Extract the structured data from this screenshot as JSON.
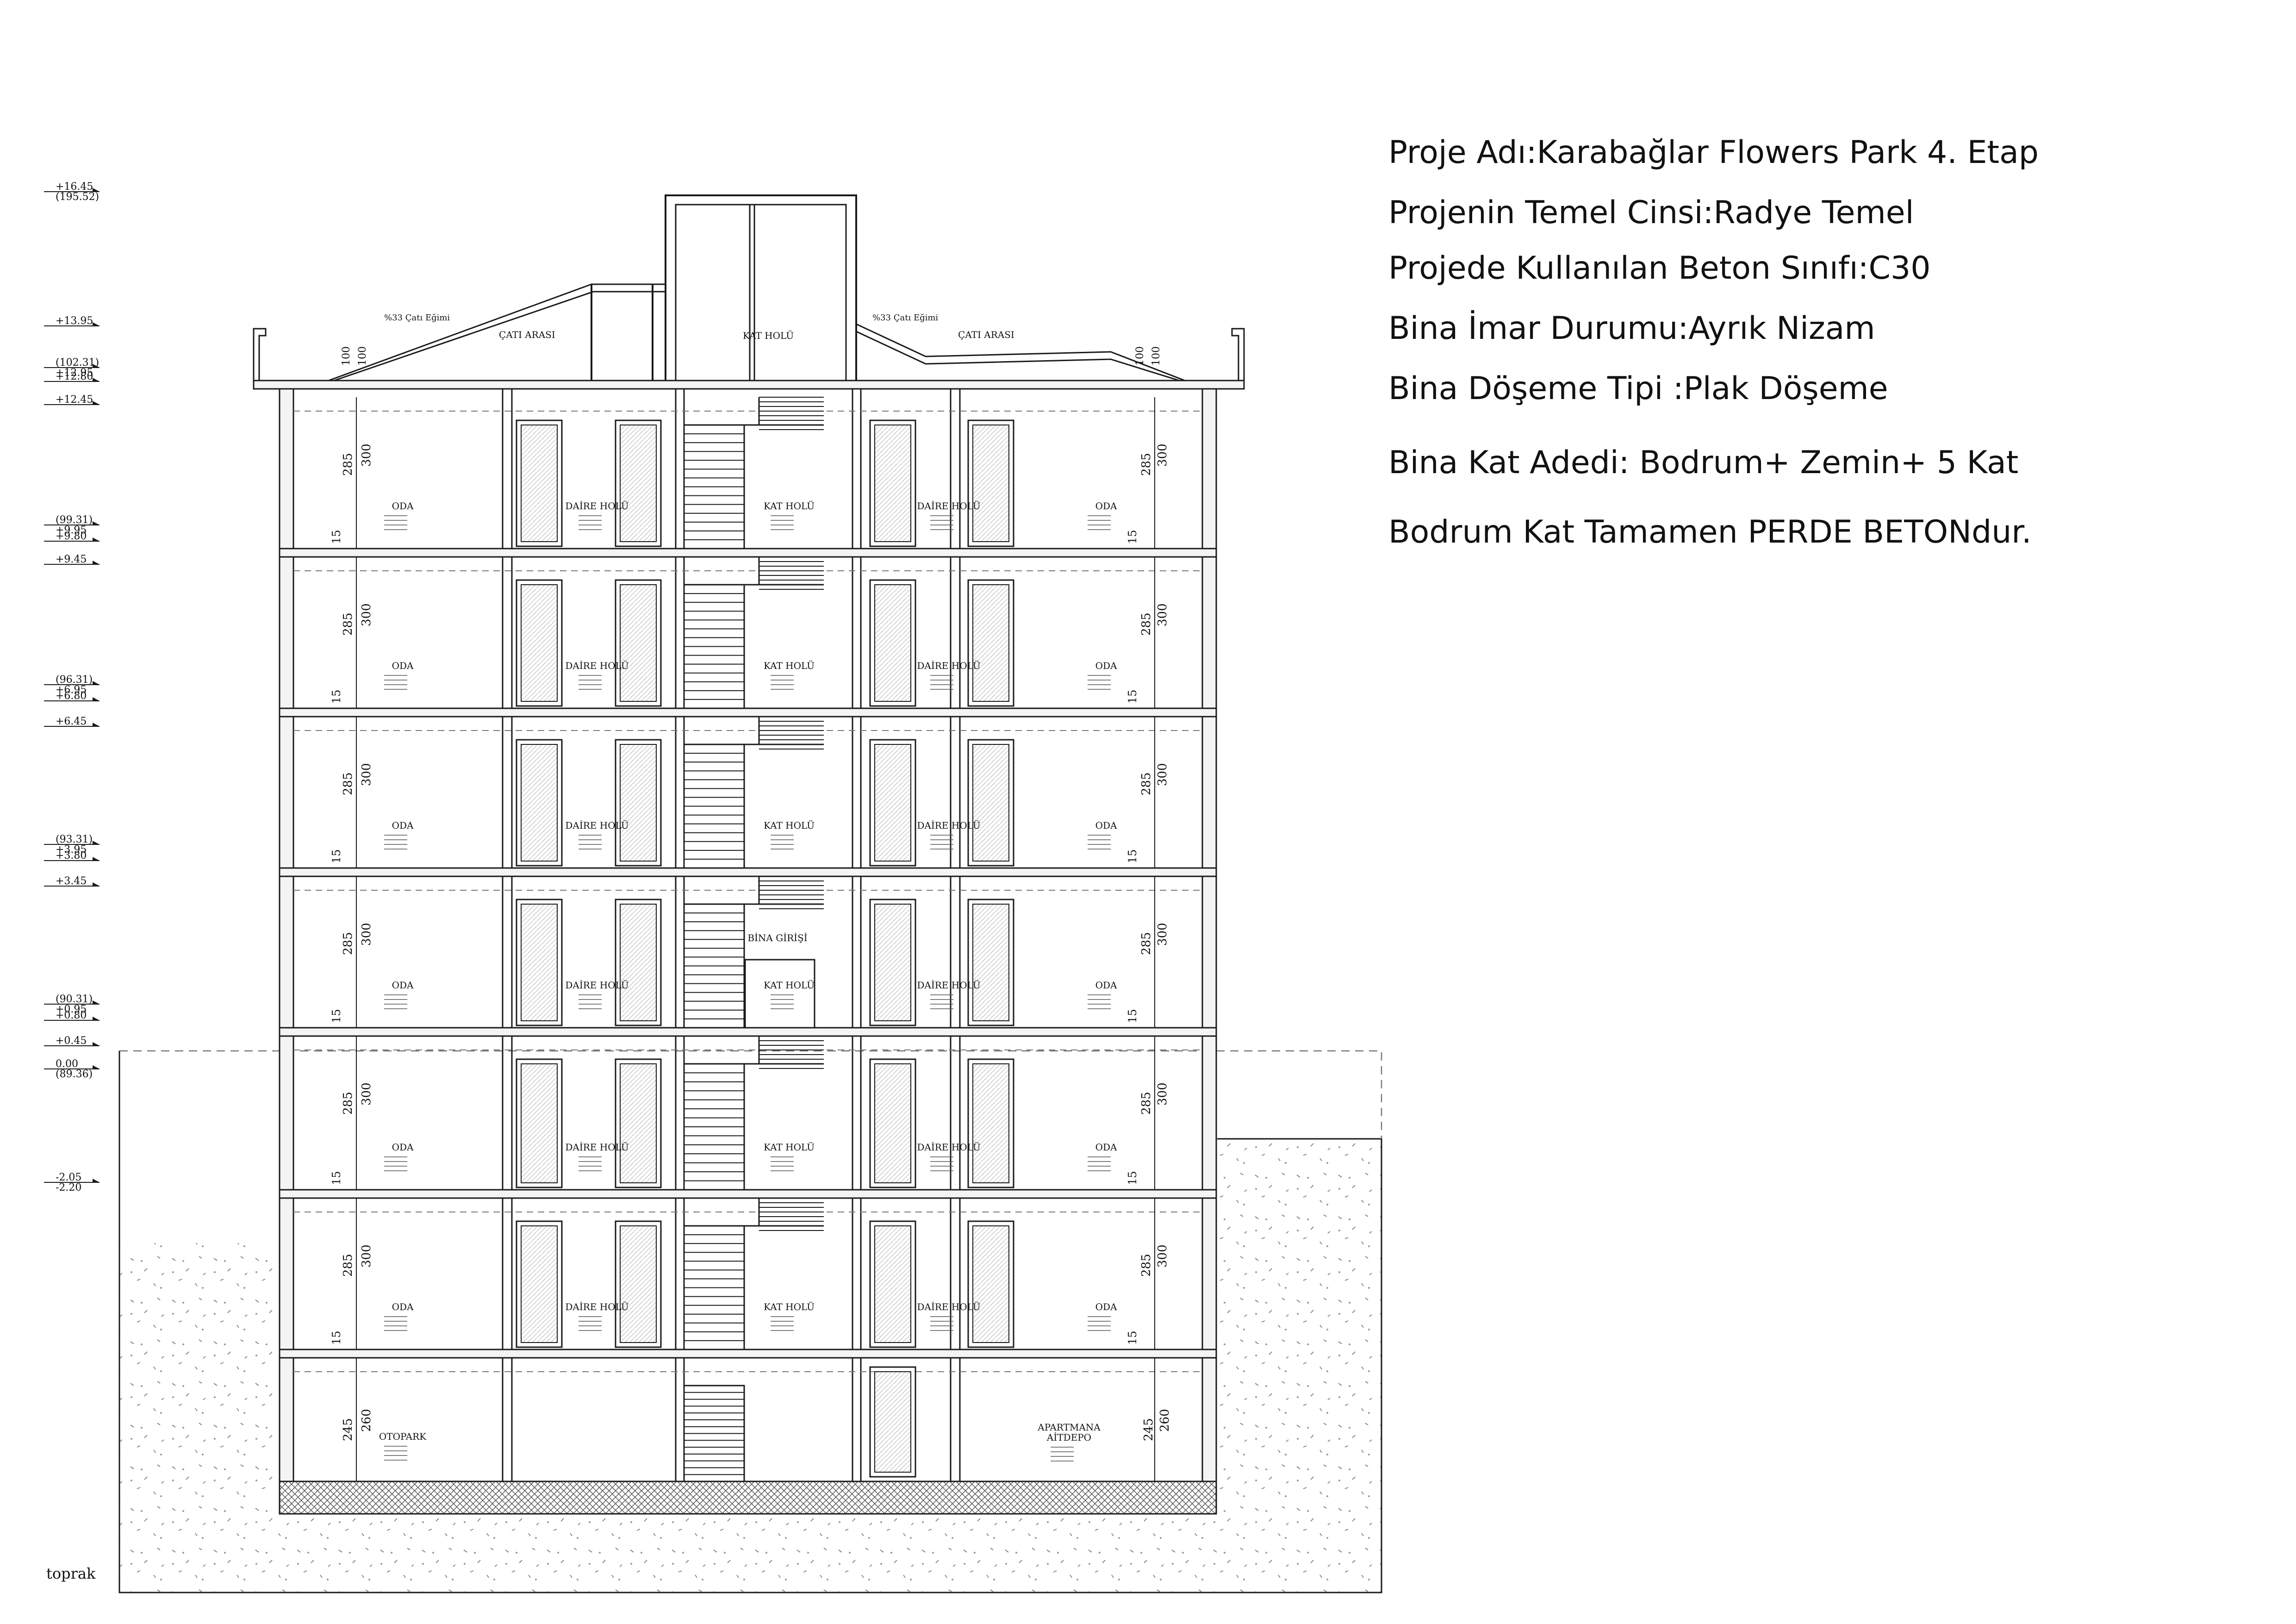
{
  "project_info": [
    "Proje Adı:Karabağlar Flowers Park 4. Etap",
    "Projenin Temel Cinsi:Radye Temel",
    "Projede Kullanılan Beton Sınıfı:C30",
    "Bina İmar Durumu:Ayrık Nizam",
    "Bina Döşeme Tipi :Plak Döşeme",
    "Bina Kat Adedi: Bodrum+ Zemin+ 5 Kat",
    "Bodrum Kat Tamamen PERDE BETONdur."
  ],
  "levels": [
    {
      "top": "+16.45",
      "bottom": "(195.52)"
    },
    {
      "top": "+13.95",
      "bottom": ""
    },
    {
      "top": "(102.31)",
      "bottom": "+12.95"
    },
    {
      "top": "+12.80",
      "bottom": ""
    },
    {
      "top": "+12.45",
      "bottom": ""
    },
    {
      "top": "(99.31)",
      "bottom": "+9.95"
    },
    {
      "top": "+9.80",
      "bottom": ""
    },
    {
      "top": "+9.45",
      "bottom": ""
    },
    {
      "top": "(96.31)",
      "bottom": "+6.95"
    },
    {
      "top": "+6.80",
      "bottom": ""
    },
    {
      "top": "+6.45",
      "bottom": ""
    },
    {
      "top": "(93.31)",
      "bottom": "+3.95"
    },
    {
      "top": "+3.80",
      "bottom": ""
    },
    {
      "top": "+3.45",
      "bottom": ""
    },
    {
      "top": "(90.31)",
      "bottom": "+0.95"
    },
    {
      "top": "+0.80",
      "bottom": ""
    },
    {
      "top": "+0.45",
      "bottom": ""
    },
    {
      "top": "0.00",
      "bottom": "(89.36)"
    },
    {
      "top": "-2.05",
      "bottom": "-2.20"
    }
  ],
  "roof": {
    "left_space": "ÇATI ARASI",
    "right_space": "ÇATI ARASI",
    "left_slope": "%33 Çatı Eğimi",
    "right_slope": "%33 Çatı Eğimi",
    "stair_core": "KAT HOLÜ",
    "parapet_dims": [
      "100",
      "100",
      "100",
      "100"
    ]
  },
  "rooms": {
    "oda": "ODA",
    "daire_holu": "DAİRE HOLÜ",
    "kat_holu": "KAT HOLÜ",
    "bina_girisi": "BİNA GİRİŞİ",
    "otopark": "OTOPARK",
    "aitdepo_1": "APARTMANA",
    "aitdepo_2": "AİTDEPO"
  },
  "dims": {
    "clear_height": "285",
    "floor_height": "300",
    "slab": "15",
    "basement_clear": "245",
    "basement_height": "260"
  },
  "ground_label": "toprak",
  "colors": {
    "line": "#1a1a1a",
    "dash": "#777777",
    "hatch": "#555555"
  }
}
